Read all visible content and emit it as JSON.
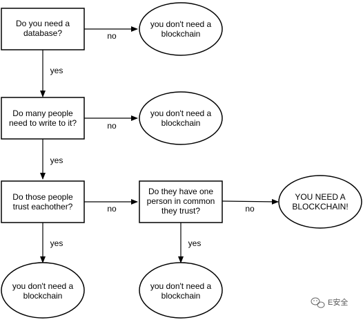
{
  "nodes": {
    "need_database": {
      "line1": "Do you need a",
      "line2": "database?"
    },
    "no_blockchain_1": {
      "line1": "you don't need a",
      "line2": "blockchain"
    },
    "many_writers": {
      "line1": "Do many people",
      "line2": "need to write to it?"
    },
    "no_blockchain_2": {
      "line1": "you don't need a",
      "line2": "blockchain"
    },
    "trust_each_other": {
      "line1": "Do those people",
      "line2": "trust eachother?"
    },
    "common_trusted": {
      "line1": "Do they have one",
      "line2": "person in common",
      "line3": "they trust?"
    },
    "need_blockchain": {
      "line1": "YOU NEED A",
      "line2": "BLOCKCHAIN!"
    },
    "no_blockchain_3": {
      "line1": "you don't need a",
      "line2": "blockchain"
    },
    "no_blockchain_4": {
      "line1": "you don't need a",
      "line2": "blockchain"
    }
  },
  "edges": {
    "db_no": "no",
    "db_yes": "yes",
    "writers_no": "no",
    "writers_yes": "yes",
    "trust_no": "no",
    "trust_yes": "yes",
    "common_no": "no",
    "common_yes": "yes"
  },
  "watermark": {
    "icon": "wechat-icon",
    "text": "E安全"
  }
}
